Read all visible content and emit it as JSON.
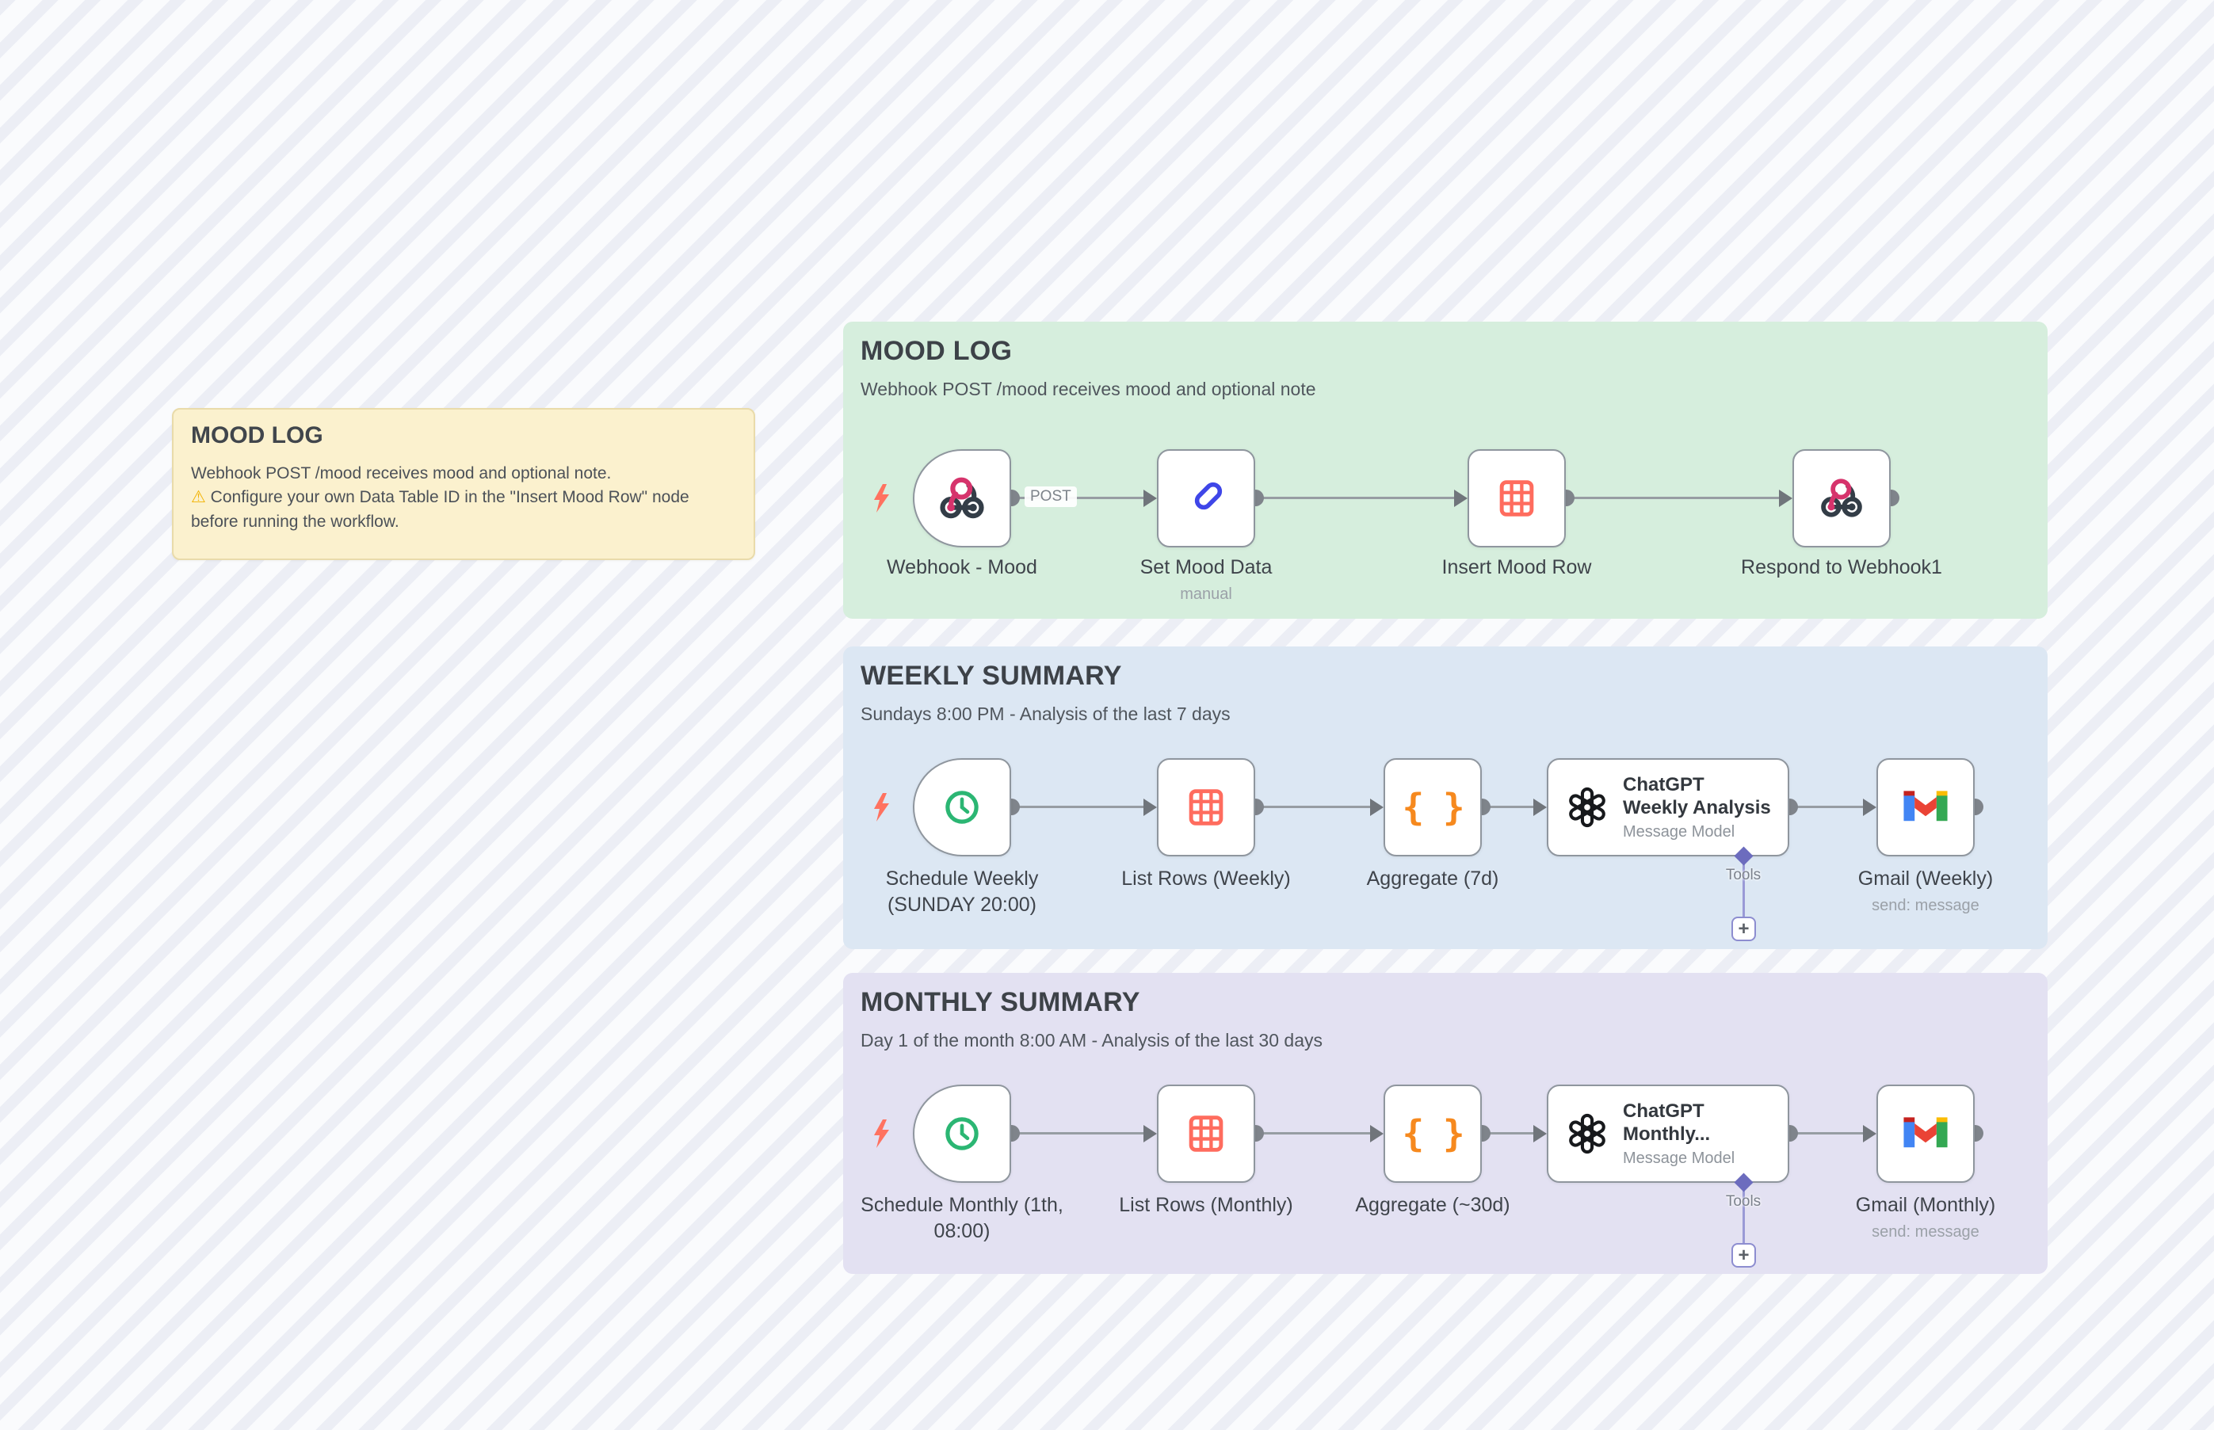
{
  "colors": {
    "canvas_bg": "#fafbfd",
    "canvas_stripe": "#eceef5",
    "sticky_bg": "#fbf1ce",
    "section_mood_bg": "#d6eedd",
    "section_weekly_bg": "#dce7f3",
    "section_monthly_bg": "#e3e1f2",
    "node_border": "#8f969e",
    "connector_gray": "#979da3",
    "trigger_bolt_red": "#ff7260",
    "webhook_pink": "#d6336c",
    "webhook_dark": "#333d47",
    "pen_blue": "#3f46e8",
    "clock_green": "#2bb673",
    "table_red": "#ff6c5e",
    "braces_orange": "#f6891e",
    "tools_purple": "#6c6cbe",
    "gmail_red": "#ea4335",
    "gmail_dark_red": "#c5221f",
    "gmail_blue": "#4285f4",
    "gmail_green": "#34a853",
    "gmail_yellow": "#fbbc04"
  },
  "sticky": {
    "title": "MOOD LOG",
    "line1": "Webhook POST /mood receives mood and optional note.",
    "warning_icon": "⚠",
    "warning": "Configure your own Data Table ID in the \"Insert Mood Row\" node before running the workflow."
  },
  "sections": {
    "mood": {
      "title": "MOOD LOG",
      "subtitle": "Webhook POST /mood receives mood and optional note"
    },
    "weekly": {
      "title": "WEEKLY SUMMARY",
      "subtitle": "Sundays 8:00 PM - Analysis of the last 7 days"
    },
    "monthly": {
      "title": "MONTHLY SUMMARY",
      "subtitle": "Day 1 of the month 8:00 AM - Analysis of the last 30 days"
    }
  },
  "nodes": {
    "webhook": {
      "label": "Webhook - Mood",
      "output_label": "POST"
    },
    "set": {
      "label": "Set Mood Data",
      "sub": "manual"
    },
    "insert": {
      "label": "Insert Mood Row"
    },
    "respond": {
      "label": "Respond to Webhook1"
    },
    "schedule_weekly": {
      "label": "Schedule Weekly (SUNDAY 20:00)"
    },
    "list_weekly": {
      "label": "List Rows (Weekly)"
    },
    "aggregate_weekly": {
      "label": "Aggregate (7d)"
    },
    "chatgpt_weekly": {
      "label": "ChatGPT Weekly Analysis",
      "sub": "Message Model",
      "port_label": "Tools",
      "add_label": "+"
    },
    "gmail_weekly": {
      "label": "Gmail (Weekly)",
      "sub": "send: message"
    },
    "schedule_monthly": {
      "label": "Schedule Monthly (1th, 08:00)"
    },
    "list_monthly": {
      "label": "List Rows (Monthly)"
    },
    "aggregate_monthly": {
      "label": "Aggregate (~30d)"
    },
    "chatgpt_monthly": {
      "label": "ChatGPT Monthly...",
      "sub": "Message Model",
      "port_label": "Tools",
      "add_label": "+"
    },
    "gmail_monthly": {
      "label": "Gmail (Monthly)",
      "sub": "send: message"
    }
  },
  "icons": {
    "braces": "{ }"
  }
}
